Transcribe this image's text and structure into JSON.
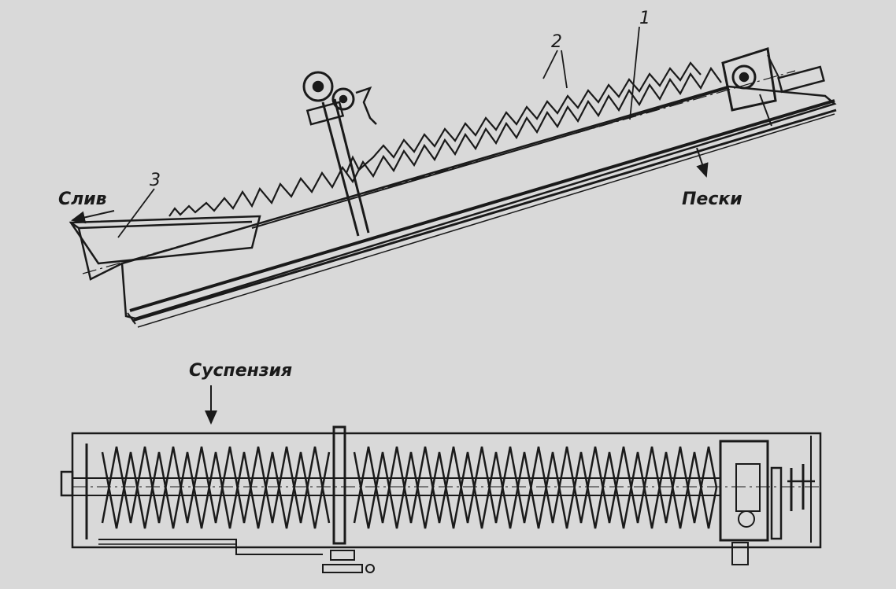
{
  "labels": {
    "overflow": "Слив",
    "sands": "Пески",
    "suspension": "Суспензия",
    "num_1": "1",
    "num_2": "2",
    "num_3": "3"
  },
  "colors": {
    "ink": "#1a1a1a",
    "paper": "#d9d9d9"
  }
}
